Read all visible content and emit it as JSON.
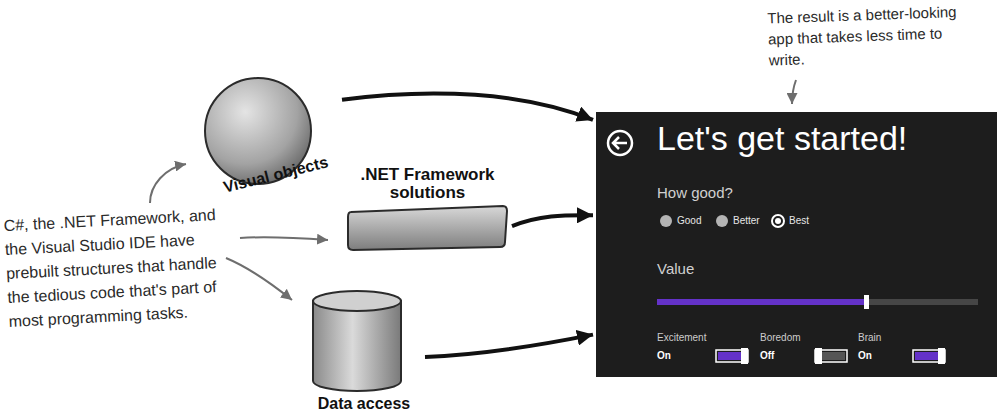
{
  "diagram": {
    "nodes": [
      {
        "text": [
          "Visual objects"
        ]
      },
      {
        "text": [
          ".NET Framework solutions"
        ]
      },
      {
        "text": [
          "Data access"
        ]
      },
      {
        "text": [
          "Let's get started!",
          "How good?",
          "Good",
          "Better",
          "Best",
          "Value",
          "Excitement",
          "Boredom",
          "Brain",
          "On",
          "Off",
          "On"
        ]
      }
    ],
    "edges": [
      {
        "from": 0,
        "to": 3,
        "arrow": "to"
      },
      {
        "from": 1,
        "to": 3,
        "arrow": "to"
      },
      {
        "from": 2,
        "to": 3,
        "arrow": "to"
      }
    ],
    "labels": [
      "The result is a better-looking app that takes less time to write.",
      "C#, the .NET Framework, and the Visual Studio IDE have prebuilt structures that handle the tedious code that's part of most programming tasks."
    ]
  }
}
